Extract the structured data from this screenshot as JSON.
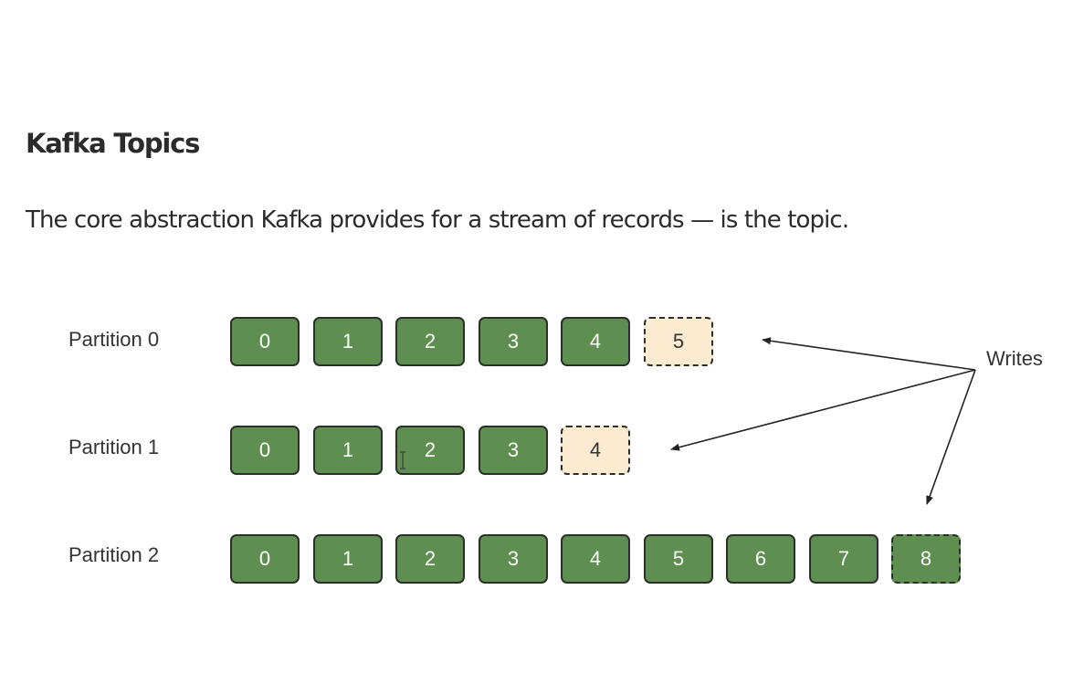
{
  "slide": {
    "title": "Kafka Topics",
    "subtitle": "The core abstraction Kafka provides for a stream of records — is the topic."
  },
  "diagram": {
    "writes_label": "Writes",
    "colors": {
      "committed": "#5e8f50",
      "pending": "#fcebd0",
      "border": "#2a2f2a"
    },
    "partitions": [
      {
        "label": "Partition 0",
        "offsets": [
          "0",
          "1",
          "2",
          "3",
          "4",
          "5"
        ],
        "pending_offset": "5",
        "pending_style": "unfilled"
      },
      {
        "label": "Partition 1",
        "offsets": [
          "0",
          "1",
          "2",
          "3",
          "4"
        ],
        "pending_offset": "4",
        "pending_style": "unfilled"
      },
      {
        "label": "Partition 2",
        "offsets": [
          "0",
          "1",
          "2",
          "3",
          "4",
          "5",
          "6",
          "7",
          "8"
        ],
        "pending_offset": "8",
        "pending_style": "filled"
      }
    ]
  }
}
